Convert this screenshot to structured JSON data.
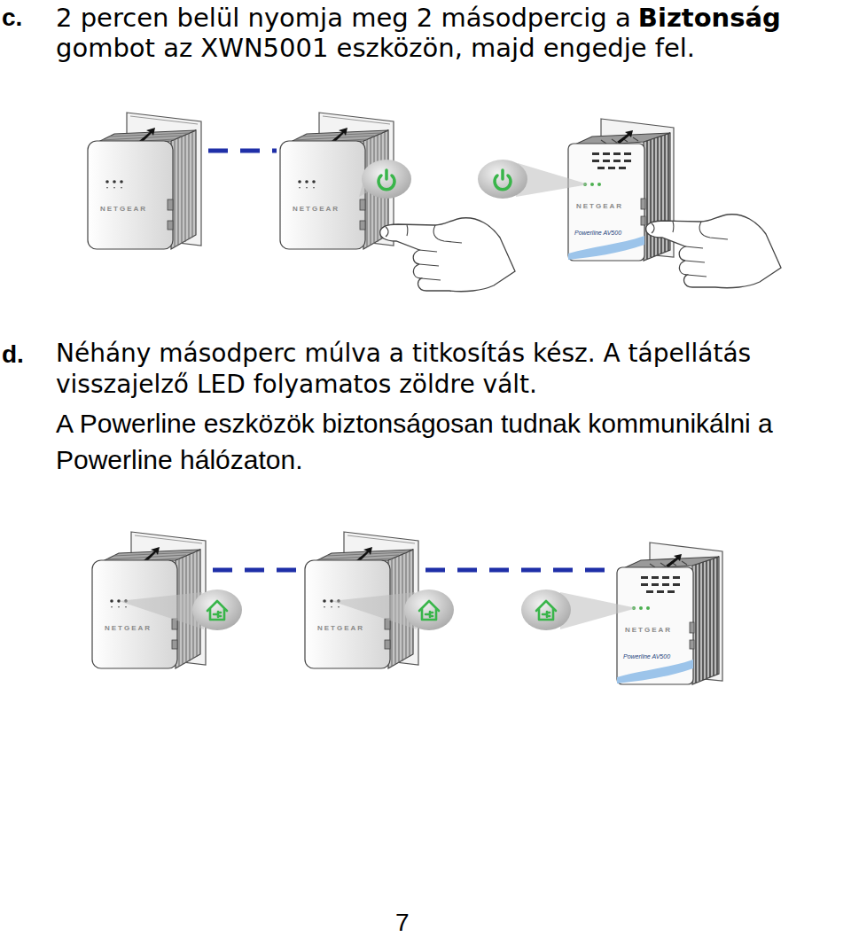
{
  "diagram": {
    "nodes": [
      {
        "text": [
          "NETGEAR"
        ]
      },
      {
        "text": [
          "NETGEAR"
        ]
      },
      {
        "text": [
          "NETGEAR",
          "Powerline AV500"
        ]
      },
      {
        "text": [
          "NETGEAR"
        ]
      },
      {
        "text": [
          "NETGEAR"
        ]
      },
      {
        "text": [
          "NETGEAR",
          "Powerline AV500"
        ]
      }
    ],
    "edges": [
      {
        "from": 0,
        "to": 1,
        "arrow": "none"
      },
      {
        "from": 3,
        "to": 4,
        "arrow": "none"
      },
      {
        "from": 4,
        "to": 5,
        "arrow": "none"
      }
    ],
    "labels": [
      "c.",
      "2 percen belül nyomja meg 2 másodpercig a",
      "Biztonság",
      "gombot az XWN5001 eszközön, majd engedje fel.",
      "d.",
      "Néhány másodperc múlva a titkosítás kész. A tápellátás visszajelző LED folyamatos zöldre vált.",
      "A Powerline eszközök biztonságosan tudnak kommunikálni a Powerline hálózaton.",
      "7"
    ]
  }
}
